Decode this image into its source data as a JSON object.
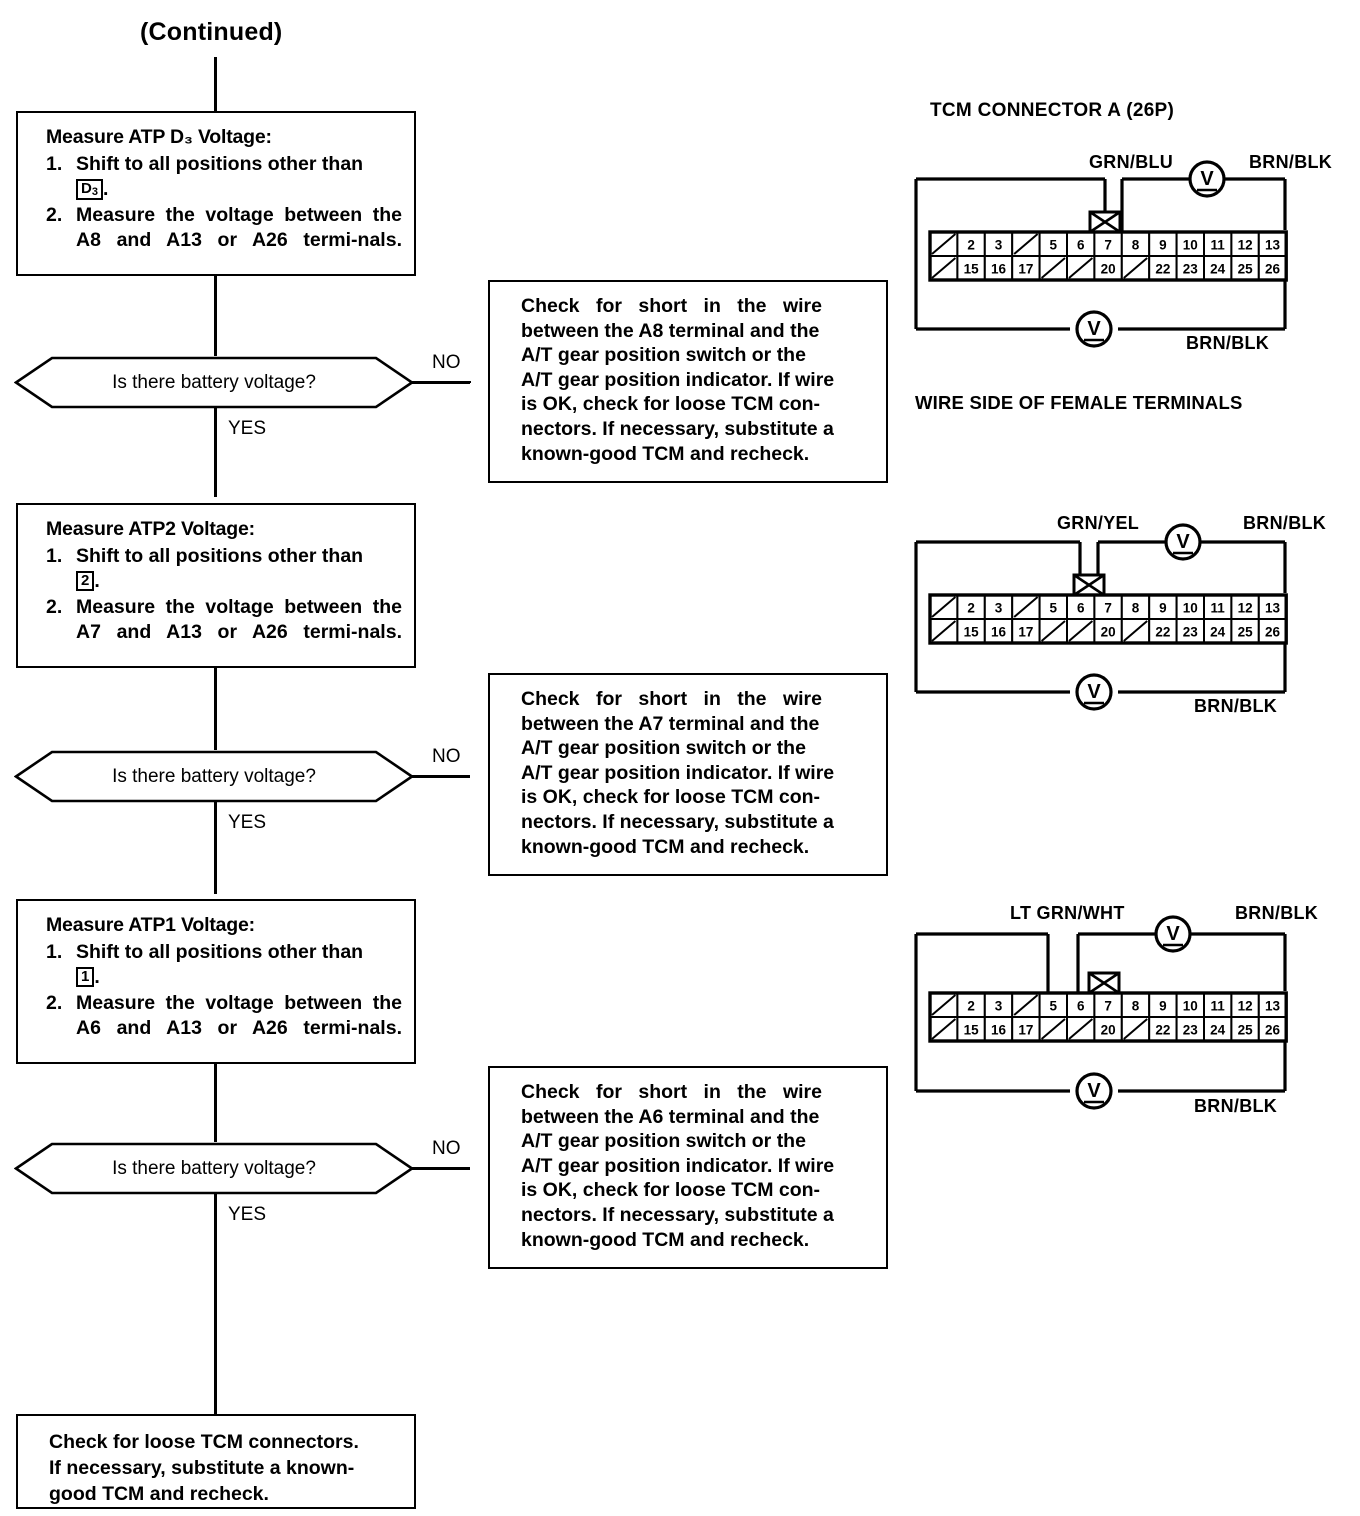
{
  "page": {
    "continued_label": "(Continued)"
  },
  "flow": {
    "steps": [
      {
        "id": "atp-d3",
        "title": "Measure ATP D₃ Voltage:",
        "items": [
          {
            "num": "1.",
            "pre": "Shift to all positions other than",
            "gear": "D3",
            "post": "."
          },
          {
            "num": "2.",
            "text": "Measure the voltage between the A8 and A13 or A26 termi-nals."
          }
        ]
      },
      {
        "id": "atp2",
        "title": "Measure ATP2 Voltage:",
        "items": [
          {
            "num": "1.",
            "pre": "Shift to all positions other than",
            "gear": "2",
            "post": "."
          },
          {
            "num": "2.",
            "text": "Measure the voltage between the A7 and A13 or A26 termi-nals."
          }
        ]
      },
      {
        "id": "atp1",
        "title": "Measure ATP1 Voltage:",
        "items": [
          {
            "num": "1.",
            "pre": "Shift to all positions other than",
            "gear": "1",
            "post": "."
          },
          {
            "num": "2.",
            "text": "Measure the voltage between the A6 and A13 or A26 termi-nals."
          }
        ]
      }
    ],
    "decisions": [
      {
        "id": "d1",
        "question": "Is there battery voltage?",
        "no_label": "NO",
        "yes_label": "YES"
      },
      {
        "id": "d2",
        "question": "Is there battery voltage?",
        "no_label": "NO",
        "yes_label": "YES"
      },
      {
        "id": "d3",
        "question": "Is there battery voltage?",
        "no_label": "NO",
        "yes_label": "YES"
      }
    ],
    "remedies": [
      {
        "id": "r1",
        "lines": [
          "Check for short in the wire",
          "between the A8 terminal and the",
          "A/T gear position switch or the",
          "A/T gear position indicator. If wire",
          "is OK, check for loose TCM con-",
          "nectors. If necessary, substitute a",
          "known-good TCM and recheck."
        ]
      },
      {
        "id": "r2",
        "lines": [
          "Check for short in the wire",
          "between the A7 terminal and the",
          "A/T gear position switch or the",
          "A/T gear position indicator. If wire",
          "is OK, check for loose TCM con-",
          "nectors. If necessary, substitute a",
          "known-good TCM and recheck."
        ]
      },
      {
        "id": "r3",
        "lines": [
          "Check for short in the wire",
          "between the A6 terminal and the",
          "A/T gear position switch or the",
          "A/T gear position indicator. If wire",
          "is OK, check for loose TCM con-",
          "nectors. If necessary, substitute a",
          "known-good TCM and recheck."
        ]
      }
    ],
    "final": {
      "id": "final",
      "lines": [
        "Check for loose TCM connectors.",
        "If necessary, substitute a known-",
        "good TCM and recheck."
      ]
    }
  },
  "connector_panel": {
    "title": "TCM CONNECTOR A (26P)",
    "view_label": "WIRE SIDE OF FEMALE TERMINALS",
    "pin_row_top": [
      "",
      "2",
      "3",
      "",
      "5",
      "6",
      "7",
      "8",
      "9",
      "10",
      "11",
      "12",
      "13"
    ],
    "pin_row_bottom": [
      "",
      "15",
      "16",
      "17",
      "",
      "",
      "20",
      "",
      "22",
      "23",
      "24",
      "25",
      "26"
    ],
    "meter_symbol": "V",
    "diagrams": [
      {
        "id": "conn-a8",
        "signal_label": "GRN/BLU",
        "right_label": "BRN/BLK",
        "bottom_label": "BRN/BLK",
        "probe_pin": "8",
        "marker_pin": "7"
      },
      {
        "id": "conn-a7",
        "signal_label": "GRN/YEL",
        "right_label": "BRN/BLK",
        "bottom_label": "BRN/BLK",
        "probe_pin": "7",
        "marker_pin": "7"
      },
      {
        "id": "conn-a6",
        "signal_label": "LT GRN/WHT",
        "right_label": "BRN/BLK",
        "bottom_label": "BRN/BLK",
        "probe_pin": "6",
        "marker_pin": "7"
      }
    ]
  }
}
